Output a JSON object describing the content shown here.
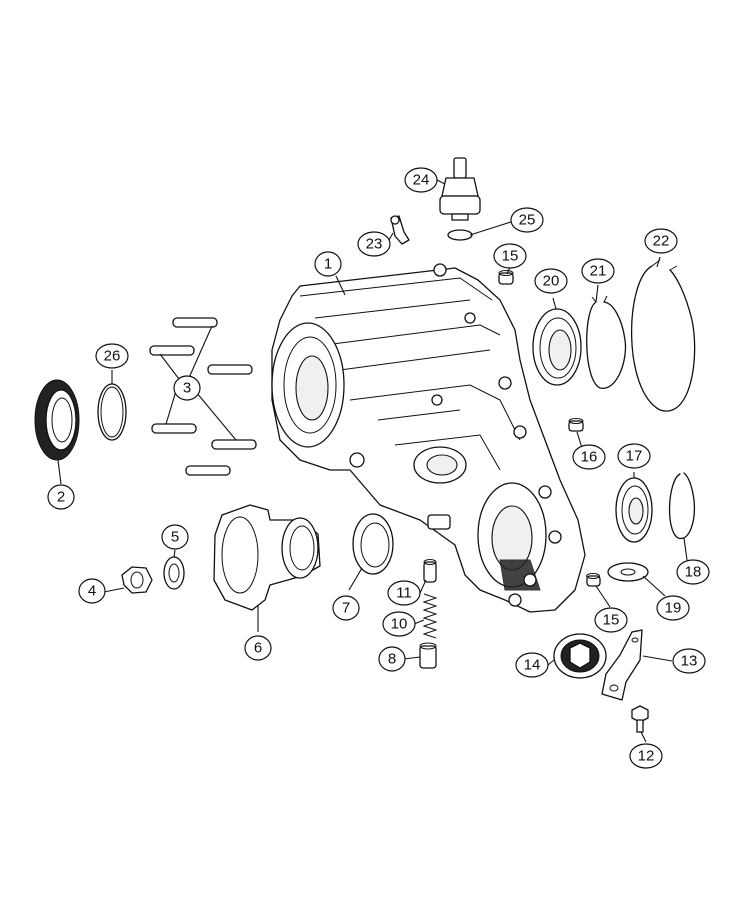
{
  "callouts": [
    {
      "id": "c1",
      "label": "1"
    },
    {
      "id": "c2",
      "label": "2"
    },
    {
      "id": "c3",
      "label": "3"
    },
    {
      "id": "c4",
      "label": "4"
    },
    {
      "id": "c5",
      "label": "5"
    },
    {
      "id": "c6",
      "label": "6"
    },
    {
      "id": "c7",
      "label": "7"
    },
    {
      "id": "c8",
      "label": "8"
    },
    {
      "id": "c10",
      "label": "10"
    },
    {
      "id": "c11",
      "label": "11"
    },
    {
      "id": "c12",
      "label": "12"
    },
    {
      "id": "c13",
      "label": "13"
    },
    {
      "id": "c14",
      "label": "14"
    },
    {
      "id": "c15a",
      "label": "15"
    },
    {
      "id": "c15b",
      "label": "15"
    },
    {
      "id": "c16",
      "label": "16"
    },
    {
      "id": "c17",
      "label": "17"
    },
    {
      "id": "c18",
      "label": "18"
    },
    {
      "id": "c19",
      "label": "19"
    },
    {
      "id": "c20",
      "label": "20"
    },
    {
      "id": "c21",
      "label": "21"
    },
    {
      "id": "c22",
      "label": "22"
    },
    {
      "id": "c23",
      "label": "23"
    },
    {
      "id": "c24",
      "label": "24"
    },
    {
      "id": "c25",
      "label": "25"
    },
    {
      "id": "c26",
      "label": "26"
    }
  ]
}
